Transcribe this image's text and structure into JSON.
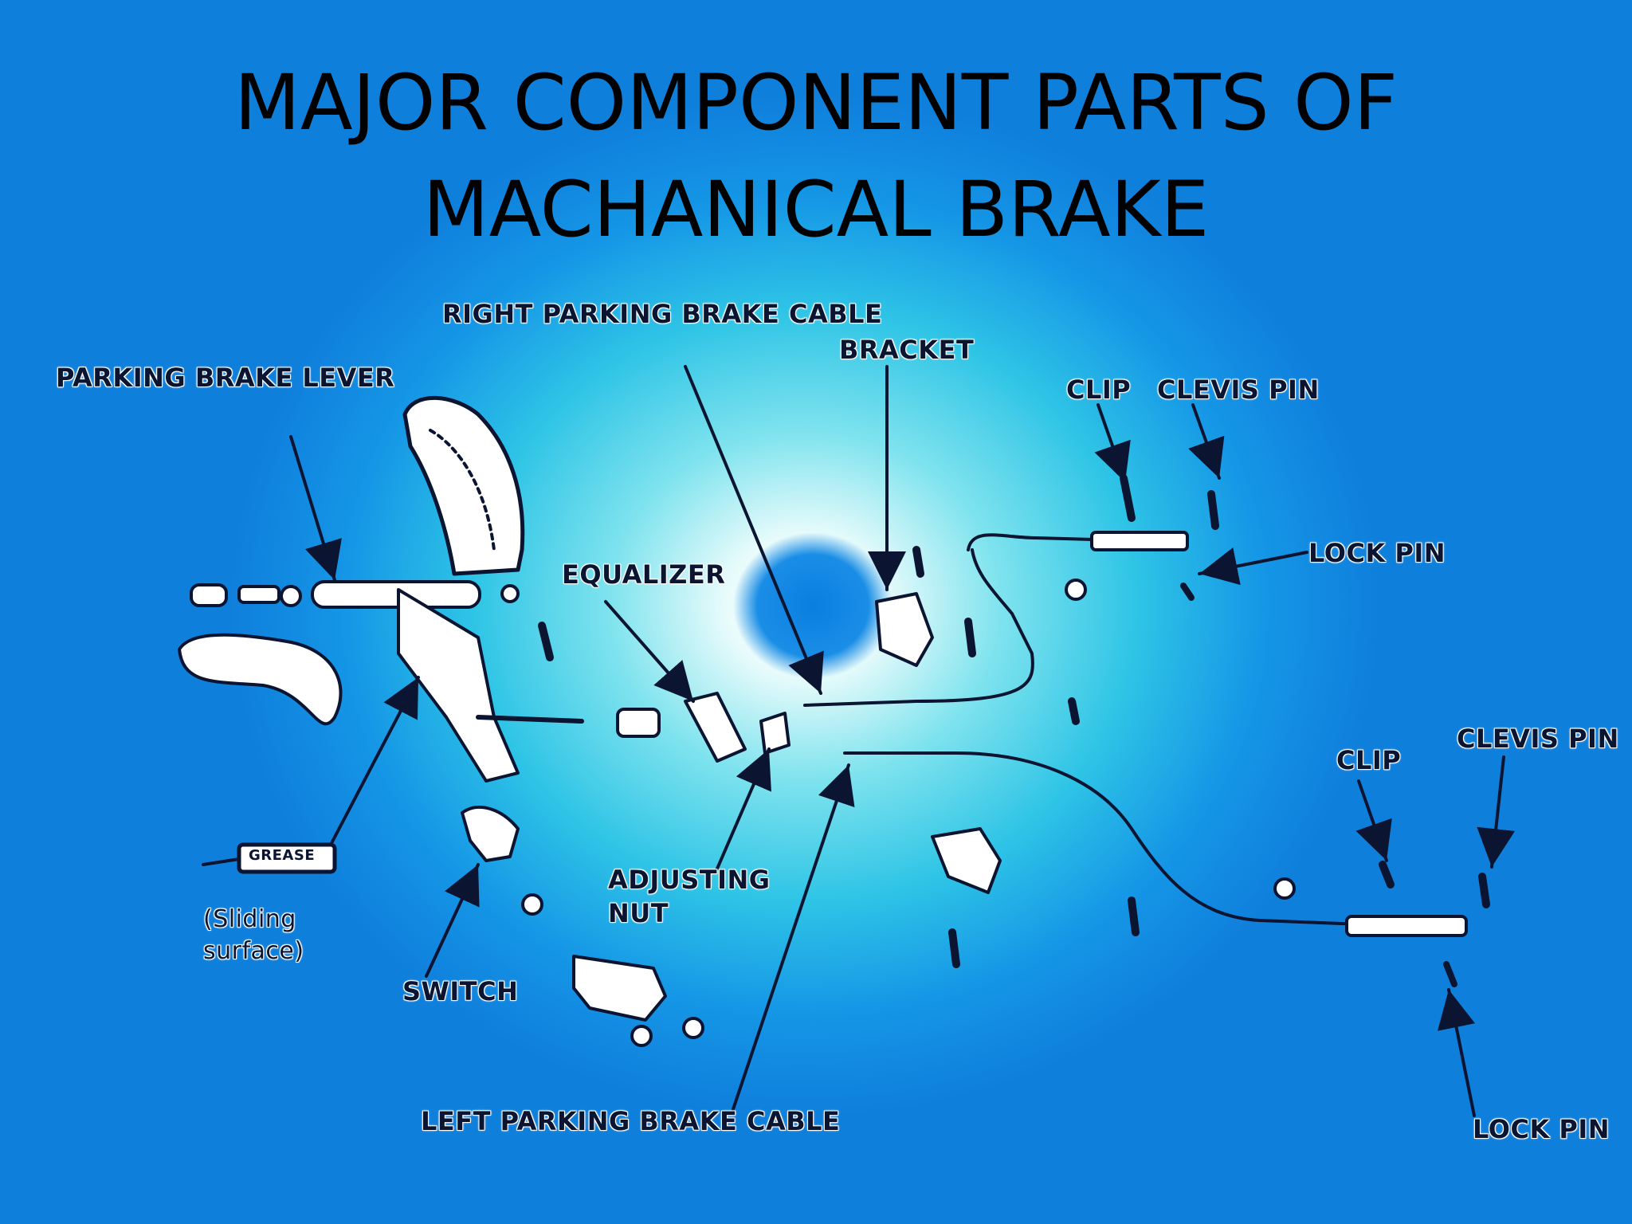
{
  "title": {
    "line1": "MAJOR COMPONENT PARTS OF",
    "line2": "MACHANICAL BRAKE"
  },
  "labels": {
    "right_cable": "RIGHT PARKING BRAKE CABLE",
    "bracket": "BRACKET",
    "parking_lever": "PARKING BRAKE LEVER",
    "clip_top": "CLIP",
    "clevis_top": "CLEVIS PIN",
    "lock_top": "LOCK PIN",
    "equalizer": "EQUALIZER",
    "clevis_bottom": "CLEVIS PIN",
    "clip_bottom": "CLIP",
    "grease": "GREASE",
    "sliding_1": "(Sliding",
    "sliding_2": "surface)",
    "adjusting_1": "ADJUSTING",
    "adjusting_2": "NUT",
    "switch": "SWITCH",
    "left_cable": "LEFT PARKING BRAKE CABLE",
    "lock_bottom": "LOCK PIN"
  },
  "colors": {
    "line": "#0b1430",
    "center_blue": "#0a7ee0",
    "background_edge": "#0f7fdc"
  }
}
